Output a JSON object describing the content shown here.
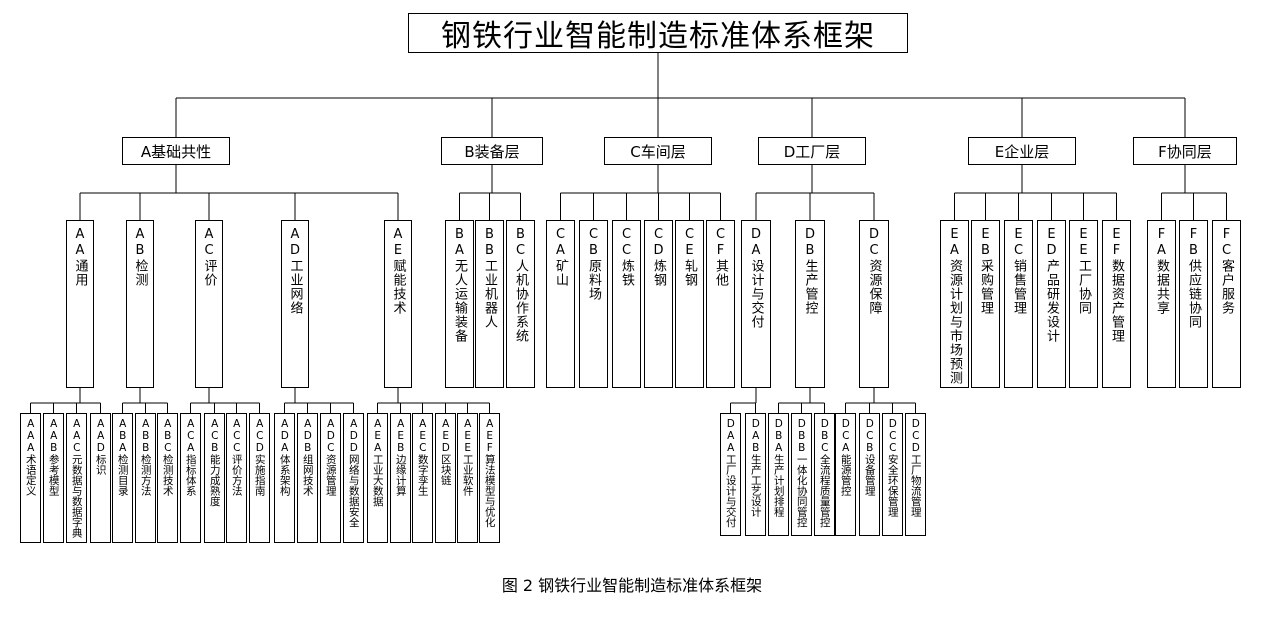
{
  "title": "钢铁行业智能制造标准体系框架",
  "caption": "图 2  钢铁行业智能制造标准体系框架",
  "groups": [
    {
      "label": "A基础共性",
      "children": [
        {
          "label": "AA通用",
          "children": [
            "AAA术语定义",
            "AAB参考模型",
            "AAC元数据与数据字典",
            "AAD标识"
          ]
        },
        {
          "label": "AB检测",
          "children": [
            "ABA检测目录",
            "ABB检测方法",
            "ABC检测技术"
          ]
        },
        {
          "label": "AC评价",
          "children": [
            "ACA指标体系",
            "ACB能力成熟度",
            "ACC评价方法",
            "ACD实施指南"
          ]
        },
        {
          "label": "AD工业网络",
          "children": [
            "ADA体系架构",
            "ADB组网技术",
            "ADC资源管理",
            "ADD网络与数据安全"
          ]
        },
        {
          "label": "AE赋能技术",
          "children": [
            "AEA工业大数据",
            "AEB边缘计算",
            "AEC数字孪生",
            "AED区块链",
            "AEE工业软件",
            "AEF算法模型与优化"
          ]
        }
      ]
    },
    {
      "label": "B装备层",
      "children": [
        {
          "label": "BA无人运输装备",
          "children": []
        },
        {
          "label": "BB工业机器人",
          "children": []
        },
        {
          "label": "BC人机协作系统",
          "children": []
        }
      ]
    },
    {
      "label": "C车间层",
      "children": [
        {
          "label": "CA矿山",
          "children": []
        },
        {
          "label": "CB原料场",
          "children": []
        },
        {
          "label": "CC炼铁",
          "children": []
        },
        {
          "label": "CD炼钢",
          "children": []
        },
        {
          "label": "CE轧钢",
          "children": []
        },
        {
          "label": "CF其他",
          "children": []
        }
      ]
    },
    {
      "label": "D工厂层",
      "children": [
        {
          "label": "DA设计与交付",
          "children": [
            "DAA工厂设计与交付",
            "DAB生产工艺设计"
          ]
        },
        {
          "label": "DB生产管控",
          "children": [
            "DBA生产计划排程",
            "DBB一体化协同管控",
            "DBC全流程质量管控"
          ]
        },
        {
          "label": "DC资源保障",
          "children": [
            "DCA能源管控",
            "DCB设备管理",
            "DCC安全环保管理",
            "DCD工厂物流管理"
          ]
        }
      ]
    },
    {
      "label": "E企业层",
      "children": [
        {
          "label": "EA资源计划与市场预测",
          "children": []
        },
        {
          "label": "EB采购管理",
          "children": []
        },
        {
          "label": "EC销售管理",
          "children": []
        },
        {
          "label": "ED产品研发设计",
          "children": []
        },
        {
          "label": "EE工厂协同",
          "children": []
        },
        {
          "label": "EF数据资产管理",
          "children": []
        }
      ]
    },
    {
      "label": "F协同层",
      "children": [
        {
          "label": "FA数据共享",
          "children": []
        },
        {
          "label": "FB供应链协同",
          "children": []
        },
        {
          "label": "FC客户服务",
          "children": []
        }
      ]
    }
  ]
}
